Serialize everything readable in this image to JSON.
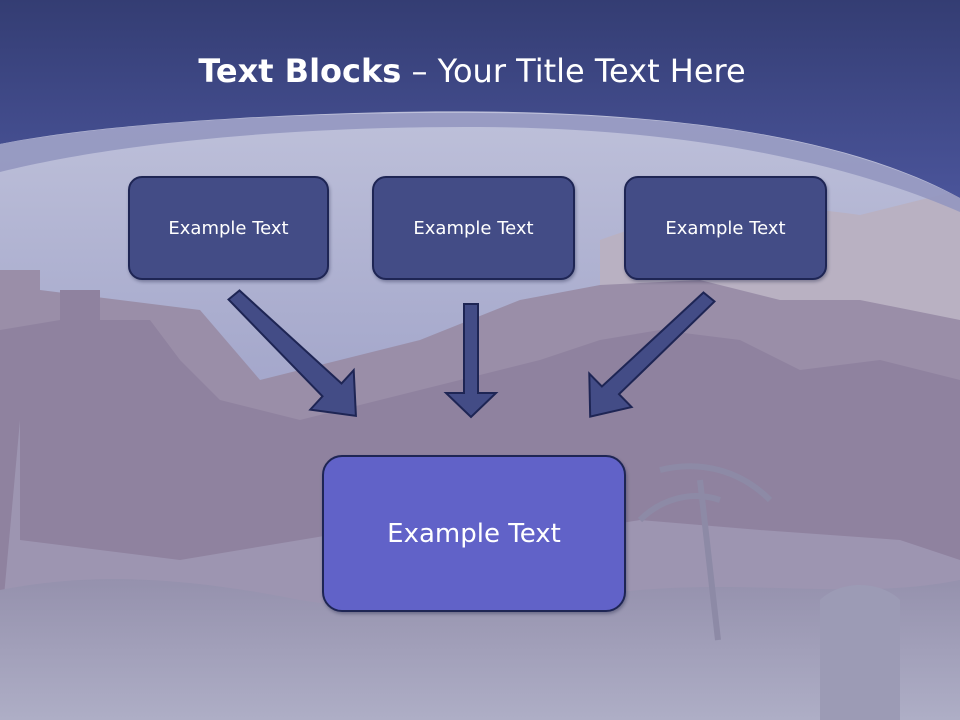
{
  "title": {
    "bold": "Text Blocks",
    "dash": " – ",
    "regular": "Your Title Text Here"
  },
  "blocks": [
    {
      "text": "Example Text"
    },
    {
      "text": "Example Text"
    },
    {
      "text": "Example Text"
    }
  ],
  "main_block": {
    "text": "Example Text"
  },
  "colors": {
    "header": "#3d4785",
    "small_block_fill": "#434c86",
    "main_block_fill": "#6162c8",
    "arrow": "#434c86",
    "outline": "#1e2554"
  },
  "background_image": "kasbah-photo"
}
